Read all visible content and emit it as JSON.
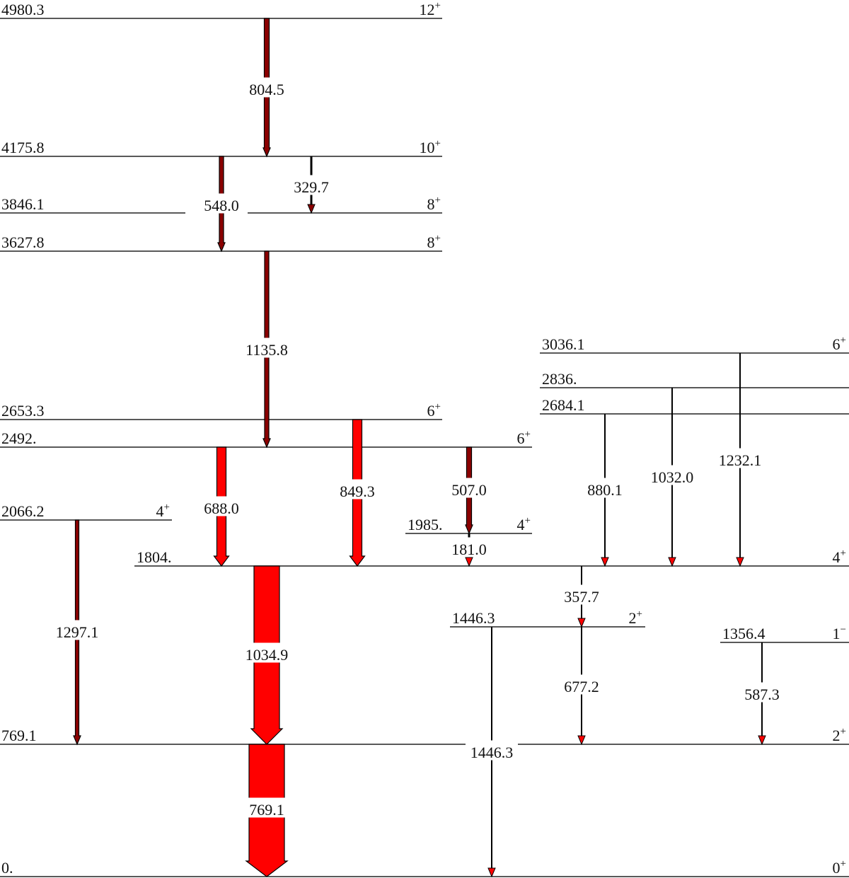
{
  "levels": [
    {
      "id": "L0",
      "energy": "0.",
      "spin": "0",
      "parity": "+"
    },
    {
      "id": "L769",
      "energy": "769.1",
      "spin": "2",
      "parity": "+"
    },
    {
      "id": "L1356",
      "energy": "1356.4",
      "spin": "1",
      "parity": "−"
    },
    {
      "id": "L1446",
      "energy": "1446.3",
      "spin": "2",
      "parity": "+"
    },
    {
      "id": "L1804",
      "energy": "1804.",
      "spin": "4",
      "parity": "+"
    },
    {
      "id": "L1985",
      "energy": "1985.",
      "spin": "4",
      "parity": "+"
    },
    {
      "id": "L2066",
      "energy": "2066.2",
      "spin": "4",
      "parity": "+"
    },
    {
      "id": "L2492",
      "energy": "2492.",
      "spin": "6",
      "parity": "+"
    },
    {
      "id": "L2653",
      "energy": "2653.3",
      "spin": "6",
      "parity": "+"
    },
    {
      "id": "L2684",
      "energy": "2684.1",
      "spin": "",
      "parity": ""
    },
    {
      "id": "L2836",
      "energy": "2836.",
      "spin": "",
      "parity": ""
    },
    {
      "id": "L3036",
      "energy": "3036.1",
      "spin": "6",
      "parity": "+"
    },
    {
      "id": "L3627",
      "energy": "3627.8",
      "spin": "8",
      "parity": "+"
    },
    {
      "id": "L3846",
      "energy": "3846.1",
      "spin": "8",
      "parity": "+"
    },
    {
      "id": "L4175",
      "energy": "4175.8",
      "spin": "10",
      "parity": "+"
    },
    {
      "id": "L4980",
      "energy": "4980.3",
      "spin": "12",
      "parity": "+"
    }
  ],
  "transitions": [
    {
      "id": "g804",
      "energy": "804.5",
      "from": "4980.3",
      "to": "4175.8",
      "color": "#8b0000",
      "intensity": "weak"
    },
    {
      "id": "g548",
      "energy": "548.0",
      "from": "4175.8",
      "to": "3627.8",
      "color": "#8b0000",
      "intensity": "weak"
    },
    {
      "id": "g329",
      "energy": "329.7",
      "from": "4175.8",
      "to": "3846.1",
      "color": "#8b0000",
      "intensity": "weak"
    },
    {
      "id": "g1135",
      "energy": "1135.8",
      "from": "3627.8",
      "to": "2492.",
      "color": "#8b0000",
      "intensity": "weak"
    },
    {
      "id": "g688",
      "energy": "688.0",
      "from": "2492.",
      "to": "1804.",
      "color": "#ff0000",
      "intensity": "medium"
    },
    {
      "id": "g849",
      "energy": "849.3",
      "from": "2653.3",
      "to": "1804.",
      "color": "#ff0000",
      "intensity": "medium"
    },
    {
      "id": "g507",
      "energy": "507.0",
      "from": "2492.",
      "to": "1985.",
      "color": "#8b0000",
      "intensity": "weak"
    },
    {
      "id": "g181",
      "energy": "181.0",
      "from": "1985.",
      "to": "1804.",
      "color": "#ff0000",
      "intensity": "very weak"
    },
    {
      "id": "g880",
      "energy": "880.1",
      "from": "2684.1",
      "to": "1804.",
      "color": "#000000",
      "intensity": "weak"
    },
    {
      "id": "g1032",
      "energy": "1032.0",
      "from": "2836.",
      "to": "1804.",
      "color": "#000000",
      "intensity": "weak"
    },
    {
      "id": "g1232",
      "energy": "1232.1",
      "from": "3036.1",
      "to": "1804.",
      "color": "#000000",
      "intensity": "weak"
    },
    {
      "id": "g1297",
      "energy": "1297.1",
      "from": "2066.2",
      "to": "769.1",
      "color": "#8b0000",
      "intensity": "weak"
    },
    {
      "id": "g1034",
      "energy": "1034.9",
      "from": "1804.",
      "to": "769.1",
      "color": "#ff0000",
      "intensity": "strong"
    },
    {
      "id": "g357",
      "energy": "357.7",
      "from": "1804.",
      "to": "1446.3",
      "color": "#000000",
      "intensity": "weak"
    },
    {
      "id": "g677",
      "energy": "677.2",
      "from": "1446.3",
      "to": "769.1",
      "color": "#000000",
      "intensity": "weak"
    },
    {
      "id": "g587",
      "energy": "587.3",
      "from": "1356.4",
      "to": "769.1",
      "color": "#000000",
      "intensity": "weak"
    },
    {
      "id": "g1446",
      "energy": "1446.3",
      "from": "1446.3",
      "to": "0.",
      "color": "#000000",
      "intensity": "weak"
    },
    {
      "id": "g769",
      "energy": "769.1",
      "from": "769.1",
      "to": "0.",
      "color": "#ff0000",
      "intensity": "strongest"
    }
  ],
  "colors": {
    "level_line": "#222222",
    "strong_arrow": "#ff0000",
    "weak_arrow": "#8b0000",
    "black_arrow": "#000000"
  }
}
